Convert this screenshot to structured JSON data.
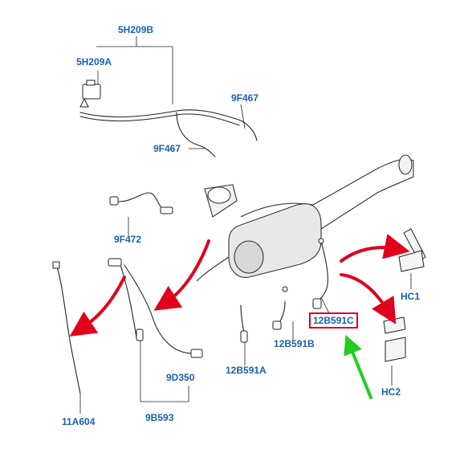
{
  "colors": {
    "callout_text": "#1a5fb4",
    "line_art": "#222222",
    "highlight_box": "#e0001b",
    "red_arrow": "#e0001b",
    "green_arrow": "#22cc22"
  },
  "callouts": {
    "c_5h209b": "5H209B",
    "c_5h209a": "5H209A",
    "c_9f467_top": "9F467",
    "c_9f467_mid": "9F467",
    "c_9f472": "9F472",
    "c_11a604": "11A604",
    "c_9d350": "9D350",
    "c_9b593": "9B593",
    "c_12b591a": "12B591A",
    "c_12b591b": "12B591B",
    "c_12b591c": "12B591C",
    "c_hc1": "HC1",
    "c_hc2": "HC2"
  },
  "icons": {
    "red_arrows": [
      "arrow-to-11a604",
      "arrow-to-9d350",
      "arrow-to-hc1",
      "arrow-to-hc2"
    ],
    "green_arrow": "arrow-to-12b591c"
  }
}
